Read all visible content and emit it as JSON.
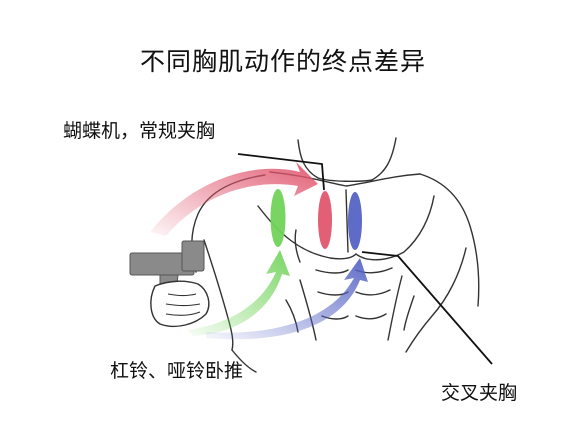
{
  "title": "不同胸肌动作的终点差异",
  "labels": {
    "fly": "蝴蝶机，常规夹胸",
    "bench": "杠铃、哑铃卧推",
    "cross": "交叉夹胸"
  },
  "colors": {
    "fly": "#e0566e",
    "bench": "#72d35a",
    "cross": "#5563c4",
    "outline": "#333333",
    "handle": "#8a8a8a"
  }
}
